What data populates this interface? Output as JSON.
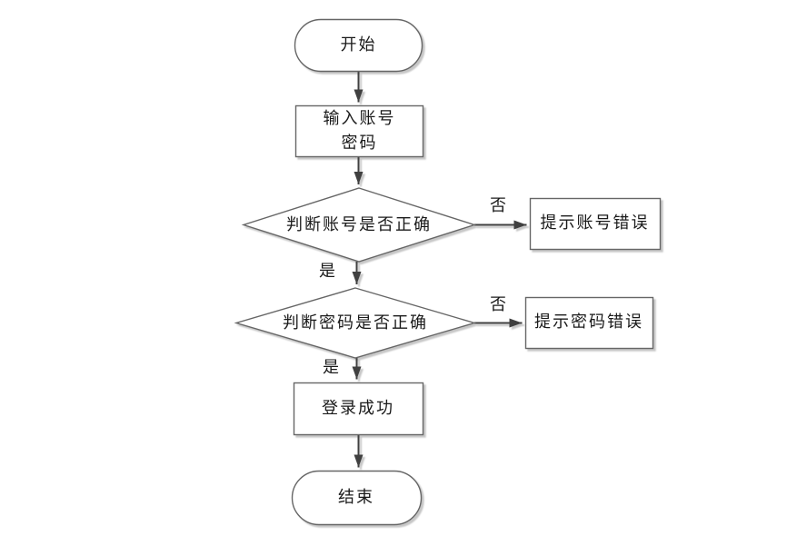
{
  "flowchart": {
    "background": "#ffffff",
    "colors": {
      "shape_stroke": "#666666",
      "arrow": "#3f3f3f",
      "text": "#1a1a1a",
      "shadow": "#999999"
    },
    "nodes": {
      "start": {
        "type": "terminator",
        "label": "开始"
      },
      "input": {
        "type": "process",
        "line1": "输入账号",
        "line2": "密码"
      },
      "check_account": {
        "type": "decision",
        "label": "判断账号是否正确"
      },
      "account_error": {
        "type": "process",
        "label": "提示账号错误"
      },
      "check_password": {
        "type": "decision",
        "label": "判断密码是否正确"
      },
      "password_error": {
        "type": "process",
        "label": "提示密码错误"
      },
      "login_success": {
        "type": "process",
        "label": "登录成功"
      },
      "end": {
        "type": "terminator",
        "label": "结束"
      }
    },
    "edge_labels": {
      "account_no": "否",
      "account_yes": "是",
      "password_no": "否",
      "password_yes": "是"
    }
  }
}
